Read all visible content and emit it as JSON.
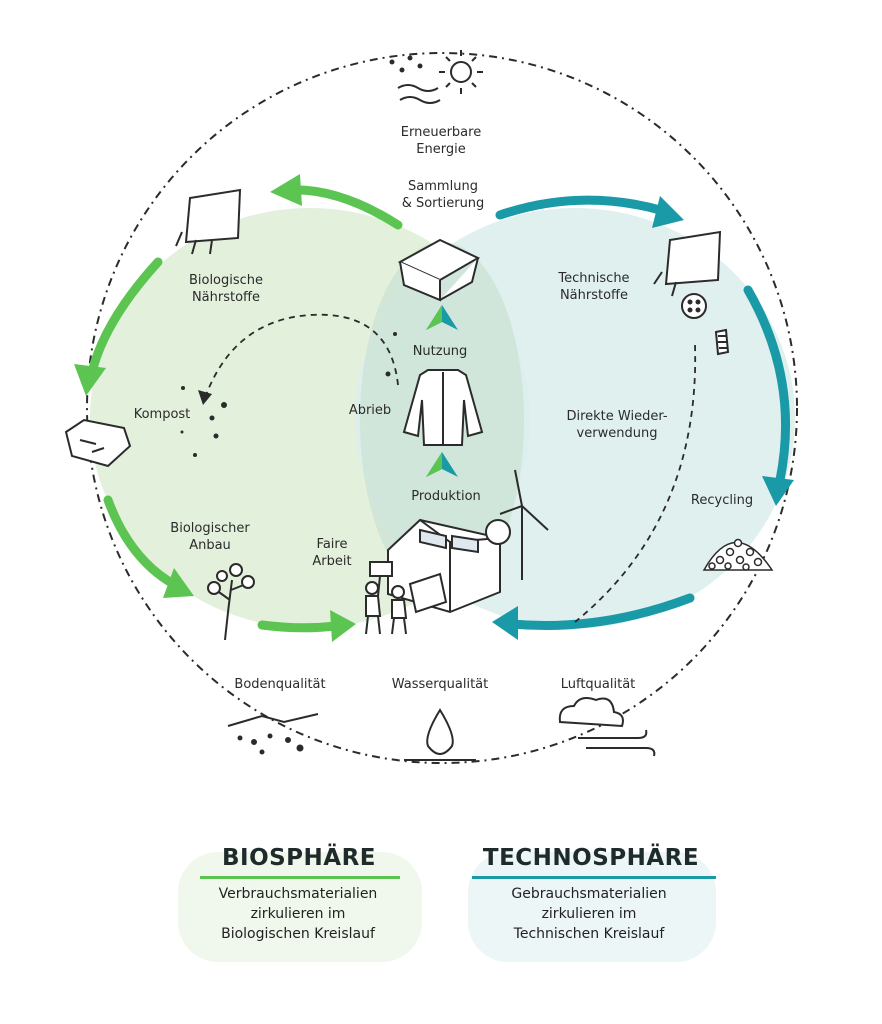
{
  "colors": {
    "bio_fill": "#e3f0dc",
    "tech_fill": "#dcefee",
    "overlap_fill": "#cfe4d6",
    "bio_arrow": "#5cc552",
    "tech_arrow": "#1a9aa6",
    "ink": "#2b2b2b"
  },
  "labels": {
    "energy": [
      "Erneuerbare",
      "Energie"
    ],
    "collection": [
      "Sammlung",
      "& Sortierung"
    ],
    "bio_nutrients": [
      "Biologische",
      "Nährstoffe"
    ],
    "tech_nutrients": [
      "Technische",
      "Nährstoffe"
    ],
    "use": "Nutzung",
    "abrasion": "Abrieb",
    "compost": "Kompost",
    "direct_reuse": [
      "Direkte Wieder-",
      "verwendung"
    ],
    "production": "Produktion",
    "recycling": "Recycling",
    "bio_farming": [
      "Biologischer",
      "Anbau"
    ],
    "fair_work": [
      "Faire",
      "Arbeit"
    ],
    "soil": "Bodenqualität",
    "water": "Wasserqualität",
    "air": "Luftqualität"
  },
  "legend": {
    "bio": {
      "title": "BIOSPHÄRE",
      "lines": [
        "Verbrauchsmaterialien",
        "zirkulieren im",
        "Biologischen Kreislauf"
      ]
    },
    "tech": {
      "title": "TECHNOSPHÄRE",
      "lines": [
        "Gebrauchsmaterialien",
        "zirkulieren im",
        "Technischen Kreislauf"
      ]
    }
  },
  "icons": [
    "sun-icon",
    "water-waves-icon",
    "textile-patch-icon",
    "crate-icon",
    "jacket-icon",
    "button-icon",
    "zipper-icon",
    "leaf-fragment-icon",
    "compost-dots-icon",
    "cotton-plant-icon",
    "factory-icon",
    "wind-turbine-icon",
    "workers-icon",
    "granulate-pile-icon",
    "soil-icon",
    "water-drop-icon",
    "cloud-wind-icon"
  ]
}
